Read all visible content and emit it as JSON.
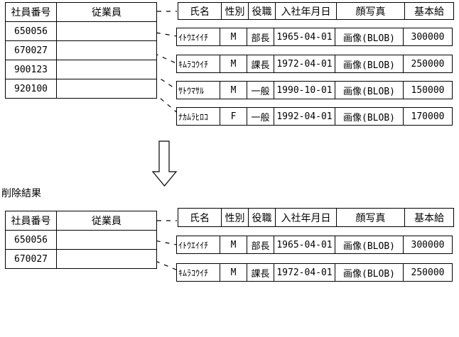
{
  "colors": {
    "line": "#000000",
    "background": "#ffffff"
  },
  "deletion_label": "削除結果",
  "top": {
    "employee_table": {
      "headers": [
        "社員番号",
        "従業員"
      ],
      "rows": [
        "650056",
        "670027",
        "900123",
        "920100"
      ]
    },
    "record_header": [
      "氏名",
      "性別",
      "役職",
      "入社年月日",
      "顔写真",
      "基本給"
    ],
    "records": [
      [
        "ｲﾄｳｴｲｲﾁ",
        "M",
        "部長",
        "1965-04-01",
        "画像(BLOB)",
        "300000"
      ],
      [
        "ｷﾑﾗｺｳｲﾁ",
        "M",
        "課長",
        "1972-04-01",
        "画像(BLOB)",
        "250000"
      ],
      [
        "ｻﾄｳﾏｻﾙ",
        "M",
        "一般",
        "1990-10-01",
        "画像(BLOB)",
        "150000"
      ],
      [
        "ﾅｶﾑﾗﾋﾛｺ",
        "F",
        "一般",
        "1992-04-01",
        "画像(BLOB)",
        "170000"
      ]
    ]
  },
  "bottom": {
    "employee_table": {
      "headers": [
        "社員番号",
        "従業員"
      ],
      "rows": [
        "650056",
        "670027"
      ]
    },
    "record_header": [
      "氏名",
      "性別",
      "役職",
      "入社年月日",
      "顔写真",
      "基本給"
    ],
    "records": [
      [
        "ｲﾄｳｴｲｲﾁ",
        "M",
        "部長",
        "1965-04-01",
        "画像(BLOB)",
        "300000"
      ],
      [
        "ｷﾑﾗｺｳｲﾁ",
        "M",
        "課長",
        "1972-04-01",
        "画像(BLOB)",
        "250000"
      ]
    ]
  }
}
